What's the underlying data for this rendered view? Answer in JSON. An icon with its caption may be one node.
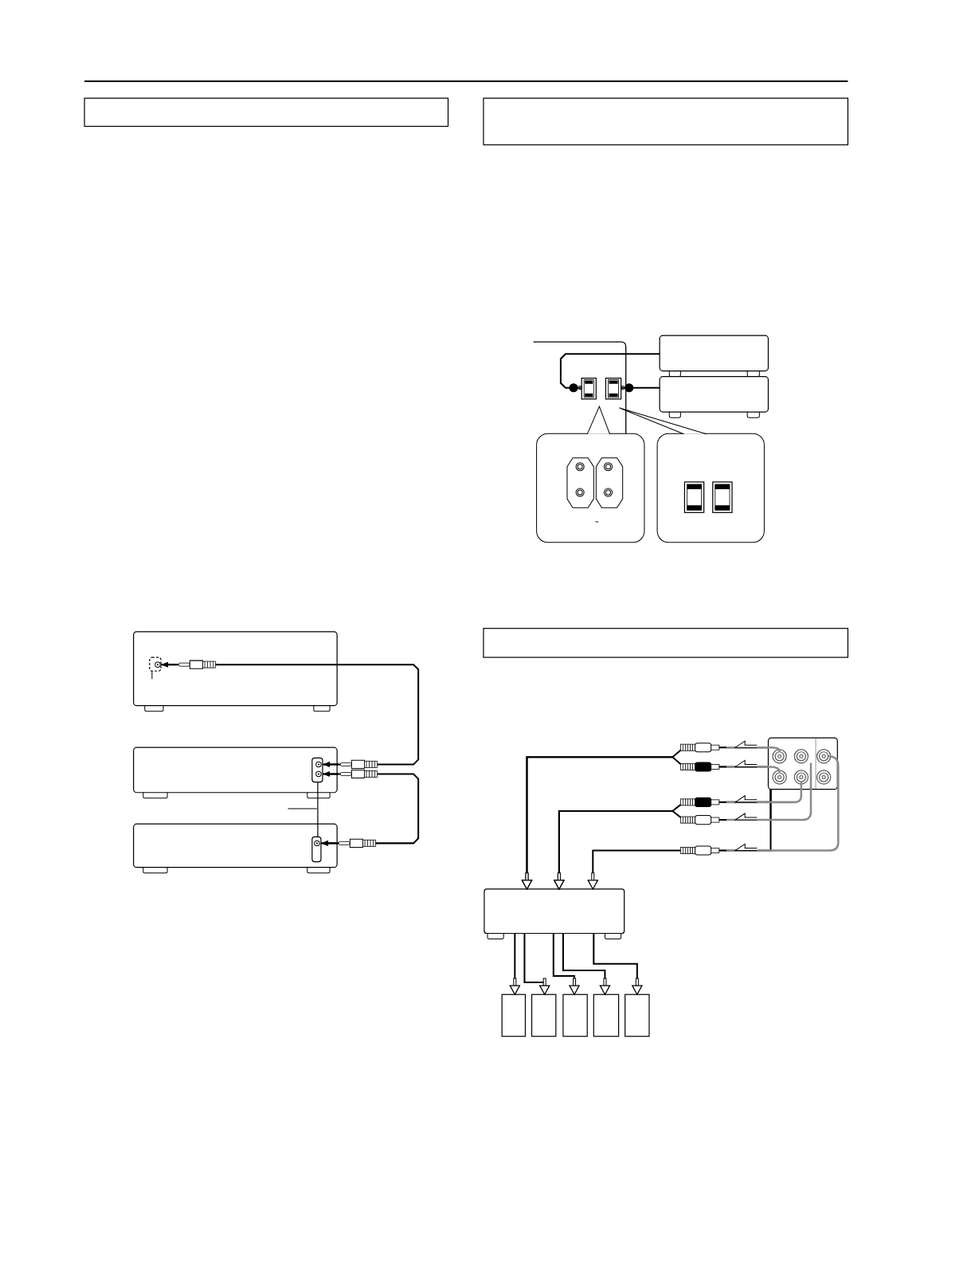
{
  "diagram": {
    "nodes": [
      {
        "text": [],
        "shape": "box"
      },
      {
        "text": [],
        "shape": "box"
      },
      {
        "text": [],
        "shape": "box"
      },
      {
        "text": [],
        "shape": "box"
      },
      {
        "text": [],
        "shape": "box"
      },
      {
        "text": [],
        "shape": "box"
      },
      {
        "text": [],
        "shape": "box"
      },
      {
        "text": [],
        "shape": "box"
      },
      {
        "text": [],
        "shape": "box"
      },
      {
        "text": [],
        "shape": "box",
        "in": 8
      },
      {
        "text": [],
        "shape": "box"
      },
      {
        "text": [],
        "shape": "box",
        "in": 10
      },
      {
        "text": [],
        "shape": "box"
      },
      {
        "text": [],
        "shape": "box",
        "in": 12
      },
      {
        "text": [],
        "shape": "box"
      },
      {
        "text": [],
        "shape": "box"
      },
      {
        "text": [],
        "shape": "box"
      },
      {
        "text": [],
        "shape": "box"
      },
      {
        "text": [],
        "shape": "box"
      },
      {
        "text": [],
        "shape": "box"
      },
      {
        "text": [],
        "shape": "box"
      },
      {
        "text": [],
        "shape": "box"
      }
    ],
    "edges": [
      {
        "from": 2,
        "to": 4,
        "arrow": "other"
      },
      {
        "from": 3,
        "to": 5,
        "arrow": "other"
      },
      {
        "from": 11,
        "to": 9,
        "arrow": "both"
      },
      {
        "from": 11,
        "to": 13,
        "arrow": "both"
      },
      {
        "from": 15,
        "to": 16,
        "arrow": "to"
      },
      {
        "from": 15,
        "to": 16,
        "arrow": "to"
      },
      {
        "from": 15,
        "to": 16,
        "arrow": "to"
      },
      {
        "from": 15,
        "to": 16,
        "arrow": "to"
      },
      {
        "from": 15,
        "to": 16,
        "arrow": "to"
      },
      {
        "from": 16,
        "to": 17,
        "arrow": "to"
      },
      {
        "from": 16,
        "to": 18,
        "arrow": "to"
      },
      {
        "from": 16,
        "to": 19,
        "arrow": "to"
      },
      {
        "from": 16,
        "to": 20,
        "arrow": "to"
      },
      {
        "from": 16,
        "to": 21,
        "arrow": "to"
      },
      {
        "from": 11,
        "to": 13,
        "arrow": "none"
      }
    ],
    "labels": [
      "~"
    ]
  }
}
